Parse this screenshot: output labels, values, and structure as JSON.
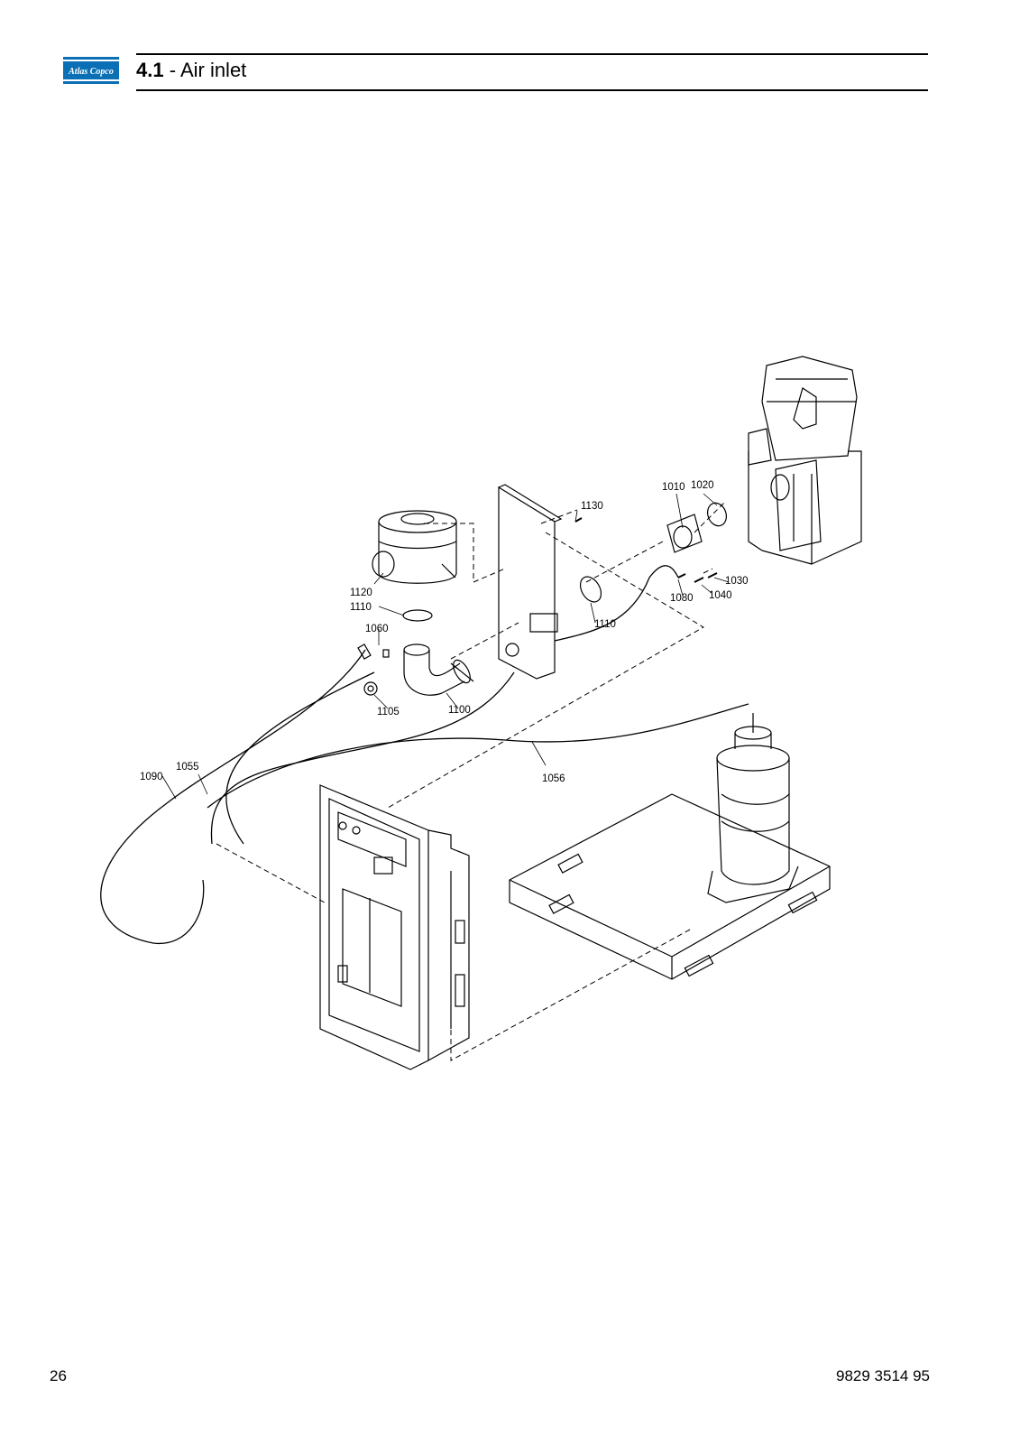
{
  "brand": {
    "name": "Atlas Copco",
    "color": "#0a6fb5"
  },
  "header": {
    "section_number": "4.1",
    "separator": " - ",
    "section_title": "Air inlet"
  },
  "diagram": {
    "callouts": [
      {
        "id": "1010",
        "label": "1010"
      },
      {
        "id": "1020",
        "label": "1020"
      },
      {
        "id": "1030",
        "label": "1030"
      },
      {
        "id": "1040",
        "label": "1040"
      },
      {
        "id": "1055",
        "label": "1055"
      },
      {
        "id": "1056",
        "label": "1056"
      },
      {
        "id": "1060",
        "label": "1060"
      },
      {
        "id": "1080",
        "label": "1080"
      },
      {
        "id": "1090",
        "label": "1090"
      },
      {
        "id": "1100",
        "label": "1100"
      },
      {
        "id": "1105",
        "label": "1105"
      },
      {
        "id": "1110a",
        "label": "1110"
      },
      {
        "id": "1110b",
        "label": "1110"
      },
      {
        "id": "1120",
        "label": "1120"
      },
      {
        "id": "1130",
        "label": "1130"
      }
    ]
  },
  "footer": {
    "page_number": "26",
    "document_number": "9829 3514 95"
  }
}
